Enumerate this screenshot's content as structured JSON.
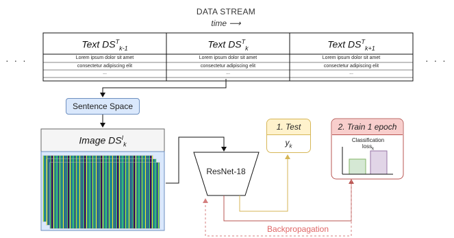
{
  "stream": {
    "title": "DATA STREAM",
    "time_label": "time ⟶",
    "ellipsis_left": "· · ·",
    "ellipsis_right": "· · ·"
  },
  "datasets": [
    {
      "header": "Text DS",
      "sup": "T",
      "sub": "k-1",
      "rows": [
        "Lorem ipsum dolor sit amet",
        "consectetur adipiscing elit",
        "..."
      ]
    },
    {
      "header": "Text DS",
      "sup": "T",
      "sub": "k",
      "rows": [
        "Lorem ipsum dolor sit amet",
        "consectetur adipiscing elit",
        "..."
      ]
    },
    {
      "header": "Text DS",
      "sup": "T",
      "sub": "k+1",
      "rows": [
        "Lorem ipsum dolor sit amet",
        "consectetur adipiscing elit",
        "..."
      ]
    }
  ],
  "sentence_space": "Sentence Space",
  "image_ds": {
    "header": "Image DS",
    "sup": "I",
    "sub": "k"
  },
  "model": "ResNet-18",
  "test": {
    "title": "1. Test",
    "y": "y",
    "y_sub": "k"
  },
  "train": {
    "title": "2. Train 1 epoch",
    "loss_line1": "Classification",
    "loss_line2": "loss",
    "loss_sub": "k"
  },
  "backprop": "Backpropagation",
  "colors": {
    "blue_fill": "#dae8fc",
    "blue_stroke": "#6c8ebf",
    "yellow_fill": "#fff2cc",
    "yellow_stroke": "#d6b656",
    "red_fill": "#f8cecc",
    "red_stroke": "#b85450",
    "green_fill": "#d5e8d4",
    "green_stroke": "#82b366",
    "purple_fill": "#e1d5e7",
    "purple_stroke": "#9673a6",
    "header_fill": "#f5f5f5",
    "header_stroke": "#666666"
  }
}
